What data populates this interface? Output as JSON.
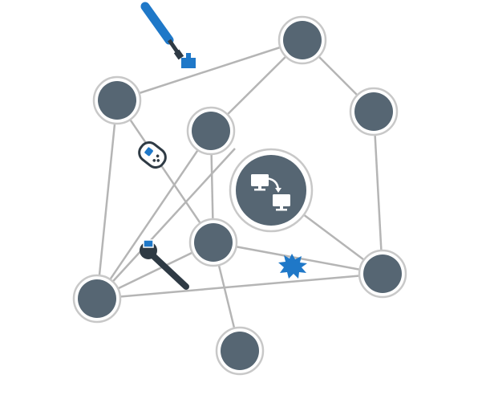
{
  "colors": {
    "background": "#ffffff",
    "edge": "#b5b5b5",
    "node_ring": "#c8c8c8",
    "node_core": "#566673",
    "accent_blue": "#1f78c8",
    "tool_dark": "#2e3a44"
  },
  "nodes": [
    {
      "id": "n1"
    },
    {
      "id": "n2"
    },
    {
      "id": "n3"
    },
    {
      "id": "n4"
    },
    {
      "id": "n5"
    },
    {
      "id": "n6"
    },
    {
      "id": "n7"
    },
    {
      "id": "n8"
    },
    {
      "id": "n9"
    }
  ],
  "hub": {
    "id": "hub",
    "icon": "network-computers-icon"
  },
  "edges": [
    [
      "n1",
      "n2"
    ],
    [
      "n2",
      "n4"
    ],
    [
      "n2",
      "n6"
    ],
    [
      "n1",
      "n7"
    ],
    [
      "n1",
      "n5"
    ],
    [
      "n3",
      "n5"
    ],
    [
      "n3",
      "n7"
    ],
    [
      "n3",
      "n9"
    ],
    [
      "n5",
      "n8"
    ],
    [
      "n5",
      "n9"
    ],
    [
      "n5",
      "n7"
    ],
    [
      "n6",
      "n7"
    ],
    [
      "n4",
      "n8"
    ],
    [
      "n7",
      "n8"
    ],
    [
      "hub",
      "n8"
    ]
  ],
  "decorations": [
    {
      "icon": "cable-plug-icon",
      "on_edge": [
        "n1",
        "n2"
      ]
    },
    {
      "icon": "remote-control-icon",
      "on_edge": [
        "n1",
        "n5"
      ]
    },
    {
      "icon": "wrench-icon",
      "on_edge": [
        "n7",
        "n3"
      ]
    },
    {
      "icon": "broken-link-burst-icon",
      "on_edge": [
        "n5",
        "n8"
      ]
    }
  ]
}
